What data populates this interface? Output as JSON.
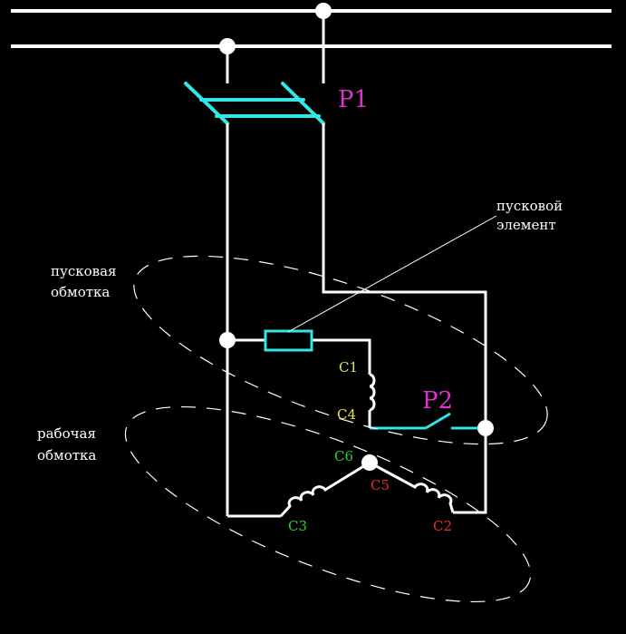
{
  "colors": {
    "background": "#000000",
    "wire": "#ffffff",
    "switch": "#33e6e6",
    "relay_label": "#e033cc",
    "winding_start_yellow": "#e6e64d",
    "winding_green": "#33cc33",
    "winding_red": "#e62e2e"
  },
  "labels": {
    "relay_1": "Р1",
    "relay_2": "Р2",
    "start_element_line1": "пусковой",
    "start_element_line2": "элемент",
    "start_winding_line1": "пусковая",
    "start_winding_line2": "обмотка",
    "work_winding_line1": "рабочая",
    "work_winding_line2": "обмотка",
    "c1": "С1",
    "c4": "С4",
    "c6": "С6",
    "c5": "С5",
    "c3": "С3",
    "c2": "С2"
  }
}
